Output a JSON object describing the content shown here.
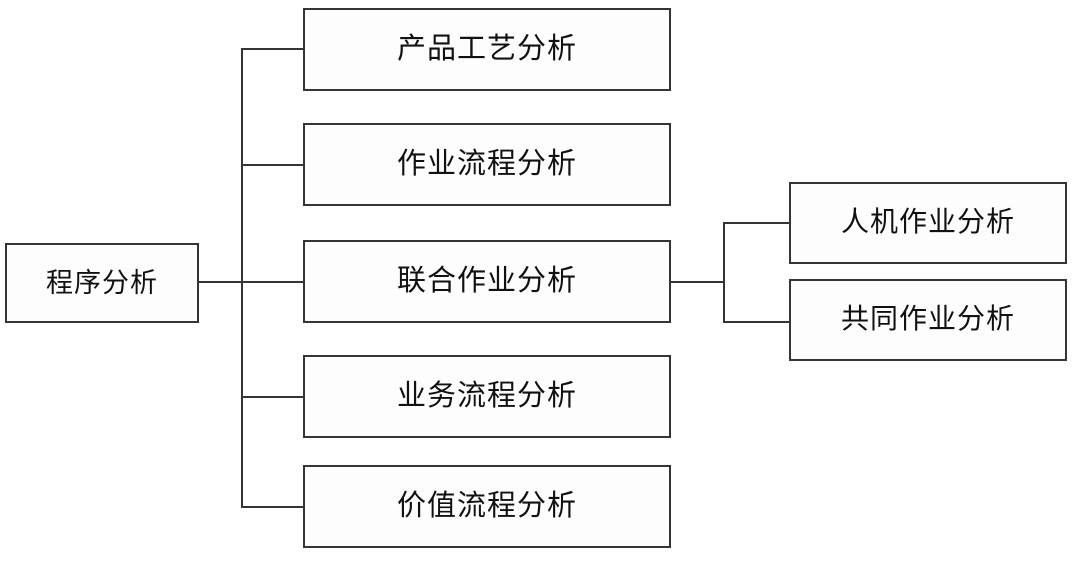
{
  "diagram": {
    "title": "程序分析",
    "root": {
      "label": "程序分析"
    },
    "branches": [
      {
        "label": "产品工艺分析"
      },
      {
        "label": "作业流程分析"
      },
      {
        "label": "联合作业分析"
      },
      {
        "label": "业务流程分析"
      },
      {
        "label": "价值流程分析"
      }
    ],
    "sub_branches": [
      {
        "label": "人机作业分析"
      },
      {
        "label": "共同作业分析"
      }
    ],
    "colors": {
      "border": "#353535",
      "background": "#ffffff",
      "node_fill": "#fdfdfd",
      "text": "#111111",
      "connector": "#353535"
    }
  }
}
